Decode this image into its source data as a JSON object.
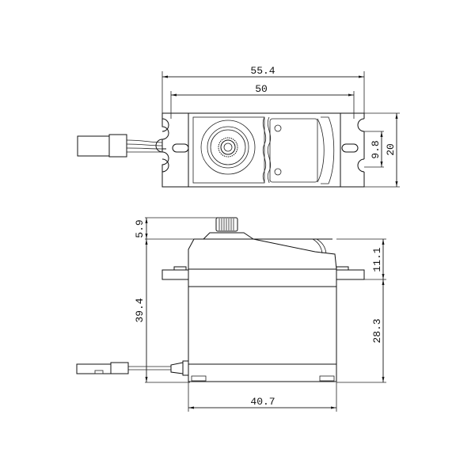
{
  "drawing": {
    "subject": "servo motor dimensional drawing",
    "units": "mm",
    "top_view": {
      "dimensions": {
        "overall_width": "55.4",
        "mount_hole_spacing": "50",
        "slot_spacing": "9.8",
        "body_depth": "20"
      }
    },
    "side_view": {
      "dimensions": {
        "spline_height": "5.9",
        "total_height": "39.4",
        "top_to_flange": "11.1",
        "flange_to_bottom": "28.3",
        "body_width": "40.7"
      }
    },
    "colors": {
      "line": "#111111",
      "background": "#ffffff"
    }
  }
}
